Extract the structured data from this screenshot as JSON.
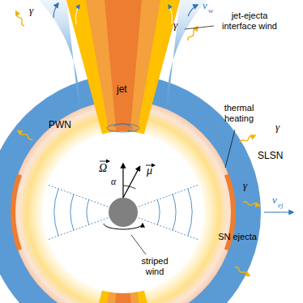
{
  "diagram": {
    "labels": [
      "jet-ejecta interface wind",
      "v",
      "w",
      "jet",
      "PWN",
      "thermal heating",
      "SLSN",
      "Ω",
      "μ",
      "α",
      "striped wind",
      "SN ejecta",
      "v",
      "ej",
      "γ",
      "γ",
      "γ",
      "γ"
    ]
  }
}
